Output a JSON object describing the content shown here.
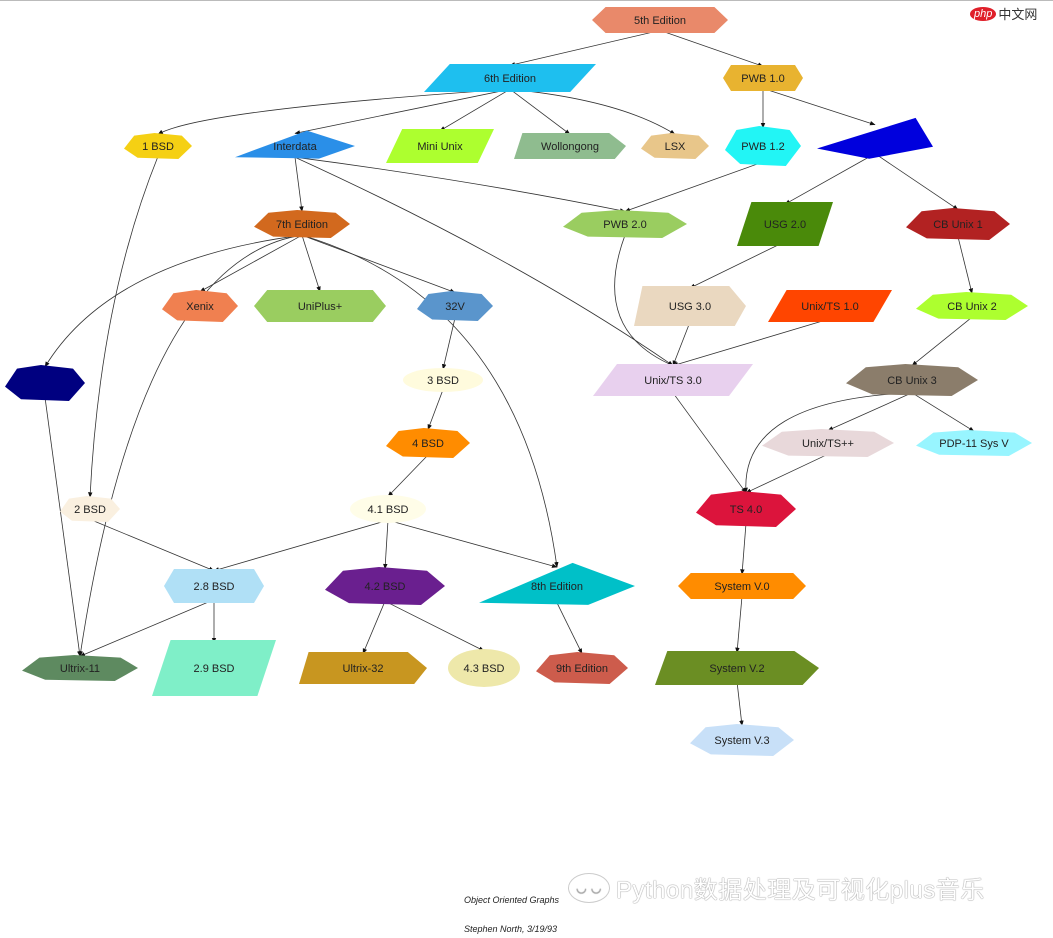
{
  "nodes": [
    {
      "id": "e5",
      "label": "5th Edition",
      "color": "#E9896A"
    },
    {
      "id": "e6",
      "label": "6th Edition",
      "color": "#1EBFEF"
    },
    {
      "id": "pwb10",
      "label": "PWB 1.0",
      "color": "#E8B330"
    },
    {
      "id": "bsd1",
      "label": "1 BSD",
      "color": "#F5D014"
    },
    {
      "id": "interdata",
      "label": "Interdata",
      "color": "#2A8FE8"
    },
    {
      "id": "mini",
      "label": "Mini Unix",
      "color": "#ADFF2F"
    },
    {
      "id": "wollongong",
      "label": "Wollongong",
      "color": "#8FBC8F"
    },
    {
      "id": "lsx",
      "label": "LSX",
      "color": "#E8C68A"
    },
    {
      "id": "pwb12",
      "label": "PWB 1.2",
      "color": "#22F5F5"
    },
    {
      "id": "usg10",
      "label": "",
      "color": "#0000DD"
    },
    {
      "id": "e7",
      "label": "7th Edition",
      "color": "#D2691E"
    },
    {
      "id": "pwb20",
      "label": "PWB 2.0",
      "color": "#9ACD60"
    },
    {
      "id": "usg20",
      "label": "USG 2.0",
      "color": "#4A8A0A"
    },
    {
      "id": "cb1",
      "label": "CB Unix 1",
      "color": "#B22222"
    },
    {
      "id": "xenix",
      "label": "Xenix",
      "color": "#F08050"
    },
    {
      "id": "uniplus",
      "label": "UniPlus+",
      "color": "#9ACD60"
    },
    {
      "id": "v32",
      "label": "32V",
      "color": "#5A95CC"
    },
    {
      "id": "usg30",
      "label": "USG 3.0",
      "color": "#EAD8C0"
    },
    {
      "id": "ts10",
      "label": "Unix/TS 1.0",
      "color": "#FF4500"
    },
    {
      "id": "cb2",
      "label": "CB Unix 2",
      "color": "#ADFF2F"
    },
    {
      "id": "v7m",
      "label": "",
      "color": "#000080"
    },
    {
      "id": "bsd3",
      "label": "3 BSD",
      "color": "#FFFBDD"
    },
    {
      "id": "ts30",
      "label": "Unix/TS 3.0",
      "color": "#E8D0EE"
    },
    {
      "id": "cb3",
      "label": "CB Unix 3",
      "color": "#8B7D6B"
    },
    {
      "id": "bsd4",
      "label": "4 BSD",
      "color": "#FF8C00"
    },
    {
      "id": "tspp",
      "label": "Unix/TS++",
      "color": "#E8D8DA"
    },
    {
      "id": "pdp",
      "label": "PDP-11 Sys V",
      "color": "#98F5FF"
    },
    {
      "id": "bsd2",
      "label": "2 BSD",
      "color": "#FAF0E0"
    },
    {
      "id": "bsd41",
      "label": "4.1 BSD",
      "color": "#FFFDE8"
    },
    {
      "id": "ts40",
      "label": "TS 4.0",
      "color": "#DC143C"
    },
    {
      "id": "bsd28",
      "label": "2.8 BSD",
      "color": "#B0E0F6"
    },
    {
      "id": "bsd42",
      "label": "4.2 BSD",
      "color": "#6A1F8F"
    },
    {
      "id": "e8",
      "label": "8th Edition",
      "color": "#00C0C8"
    },
    {
      "id": "sv0",
      "label": "System V.0",
      "color": "#FF8C00"
    },
    {
      "id": "ultrix11",
      "label": "Ultrix-11",
      "color": "#5E8A60"
    },
    {
      "id": "bsd29",
      "label": "2.9 BSD",
      "color": "#7FEFC8"
    },
    {
      "id": "ultrix32",
      "label": "Ultrix-32",
      "color": "#C89620"
    },
    {
      "id": "bsd43",
      "label": "4.3 BSD",
      "color": "#EEE8AA"
    },
    {
      "id": "e9",
      "label": "9th Edition",
      "color": "#CD5C4C"
    },
    {
      "id": "sv2",
      "label": "System V.2",
      "color": "#6B8E23"
    },
    {
      "id": "sv3",
      "label": "System V.3",
      "color": "#C8E0F8"
    }
  ],
  "edges": [
    [
      "e5",
      "e6"
    ],
    [
      "e5",
      "pwb10"
    ],
    [
      "e6",
      "bsd1"
    ],
    [
      "e6",
      "interdata"
    ],
    [
      "e6",
      "mini"
    ],
    [
      "e6",
      "wollongong"
    ],
    [
      "e6",
      "lsx"
    ],
    [
      "interdata",
      "e7"
    ],
    [
      "interdata",
      "pwb20"
    ],
    [
      "interdata",
      "ts30"
    ],
    [
      "pwb10",
      "pwb12"
    ],
    [
      "pwb10",
      "usg10"
    ],
    [
      "pwb12",
      "pwb20"
    ],
    [
      "usg10",
      "usg20"
    ],
    [
      "usg10",
      "cb1"
    ],
    [
      "e7",
      "v7m"
    ],
    [
      "e7",
      "xenix"
    ],
    [
      "e7",
      "uniplus"
    ],
    [
      "e7",
      "v32"
    ],
    [
      "e7",
      "ultrix11"
    ],
    [
      "e7",
      "e8"
    ],
    [
      "bsd1",
      "bsd2"
    ],
    [
      "v7m",
      "ultrix11"
    ],
    [
      "usg20",
      "usg30"
    ],
    [
      "usg30",
      "ts30"
    ],
    [
      "pwb20",
      "ts30"
    ],
    [
      "ts10",
      "ts30"
    ],
    [
      "cb1",
      "cb2"
    ],
    [
      "cb2",
      "cb3"
    ],
    [
      "cb3",
      "tspp"
    ],
    [
      "cb3",
      "pdp"
    ],
    [
      "cb3",
      "ts40"
    ],
    [
      "v32",
      "bsd3"
    ],
    [
      "bsd3",
      "bsd4"
    ],
    [
      "bsd4",
      "bsd41"
    ],
    [
      "ts30",
      "ts40"
    ],
    [
      "tspp",
      "ts40"
    ],
    [
      "bsd2",
      "bsd28"
    ],
    [
      "bsd41",
      "bsd28"
    ],
    [
      "bsd41",
      "bsd42"
    ],
    [
      "bsd41",
      "e8"
    ],
    [
      "ts40",
      "sv0"
    ],
    [
      "bsd28",
      "ultrix11"
    ],
    [
      "bsd28",
      "bsd29"
    ],
    [
      "bsd42",
      "ultrix32"
    ],
    [
      "bsd42",
      "bsd43"
    ],
    [
      "e8",
      "e9"
    ],
    [
      "sv0",
      "sv2"
    ],
    [
      "sv2",
      "sv3"
    ]
  ],
  "credits": {
    "line1": "Object Oriented Graphs",
    "line2": "Stephen North, 3/19/93"
  },
  "watermark": {
    "text": "Python数据处理及可视化plus音乐",
    "logo_badge": "php",
    "logo_text": "中文网"
  }
}
